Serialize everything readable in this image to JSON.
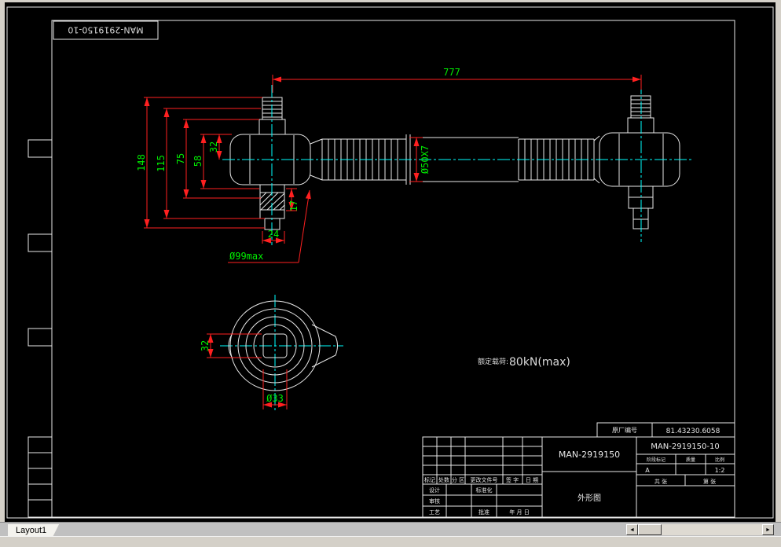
{
  "window": {
    "layout_tab": "Layout1"
  },
  "sheet": {
    "corner_label": "MAN-2919150-10"
  },
  "dims": {
    "length": "777",
    "h148": "148",
    "h115": "115",
    "h75": "75",
    "h58": "58",
    "h32": "32",
    "pin17": "17",
    "pin24": "24",
    "eye_od": "Ø99max",
    "tube": "Ø50X7",
    "hub32": "32",
    "bore": "Ø33"
  },
  "annotations": {
    "rated_load_label": "额定载荷:",
    "rated_load_value": "80kN(max)"
  },
  "title_block": {
    "oem_label": "原厂编号",
    "oem_number": "81.43230.6058",
    "part_number": "MAN-2919150",
    "drawing_number": "MAN-2919150-10",
    "view_name": "外形图",
    "rev_headers": [
      "标记",
      "处数",
      "分 区",
      "更改文件号",
      "签 字",
      "日 期"
    ],
    "sig": {
      "design": "设计",
      "check": "审核",
      "process": "工艺",
      "standard": "标准化",
      "approve": "批准",
      "date": "年 月 日"
    },
    "stage_label": "阶段标记",
    "mass_label": "质量",
    "scale_label": "比例",
    "stage_value": "A",
    "scale_value": "1:2",
    "total_sheets": "共  张",
    "sheet_no": "第  张"
  },
  "colors": {
    "dimension": "#ff2020",
    "dim_text": "#00ee00",
    "centerline": "#00ffff",
    "outline": "#e8e8e8",
    "paper": "#000000",
    "chrome": "#d4d0c8"
  }
}
